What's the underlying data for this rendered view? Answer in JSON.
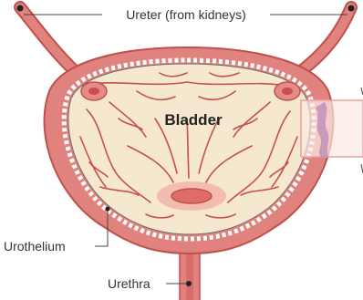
{
  "labels": {
    "ureter": "Ureter (from kidneys)",
    "bladder": "Bladder",
    "urothelium": "Urothelium",
    "urethra": "Urethra"
  },
  "colors": {
    "wall_outer": "#e0837f",
    "wall_stroke": "#c0504a",
    "lumen": "#f6e7cf",
    "fold": "#c7504c",
    "leader": "#444444",
    "inset_box": "#e8a3a0",
    "inset_tissue": "#b98ab7"
  }
}
